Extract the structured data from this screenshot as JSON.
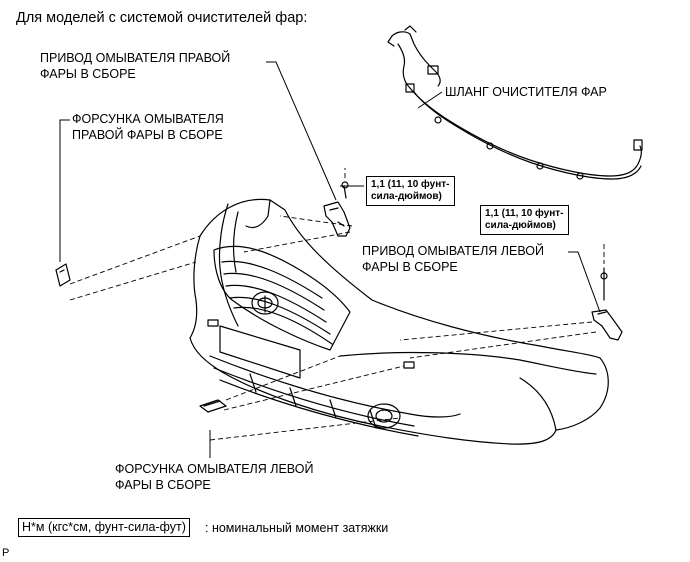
{
  "header": {
    "title": "Для моделей с системой очистителей фар:"
  },
  "labels": {
    "right_actuator_line1": "ПРИВОД ОМЫВАТЕЛЯ ПРАВОЙ",
    "right_actuator_line2": "ФАРЫ В СБОРЕ",
    "right_nozzle_line1": "ФОРСУНКА ОМЫВАТЕЛЯ",
    "right_nozzle_line2": "ПРАВОЙ ФАРЫ В СБОРЕ",
    "hose": "ШЛАНГ ОЧИСТИТЕЛЯ ФАР",
    "left_actuator_line1": "ПРИВОД ОМЫВАТЕЛЯ ЛЕВОЙ",
    "left_actuator_line2": "ФАРЫ В СБОРЕ",
    "left_nozzle_line1": "ФОРСУНКА ОМЫВАТЕЛЯ ЛЕВОЙ",
    "left_nozzle_line2": "ФАРЫ В СБОРЕ"
  },
  "torque_specs": [
    {
      "line1": "1,1 (11, 10 фунт-",
      "line2": "сила-дюймов)"
    },
    {
      "line1": "1,1 (11, 10 фунт-",
      "line2": "сила-дюймов)"
    }
  ],
  "legend": {
    "unit_box": "Н*м (кгс*см, фунт-сила-фут)",
    "description": ": номинальный момент затяжки"
  },
  "footer": {
    "code": "P"
  }
}
